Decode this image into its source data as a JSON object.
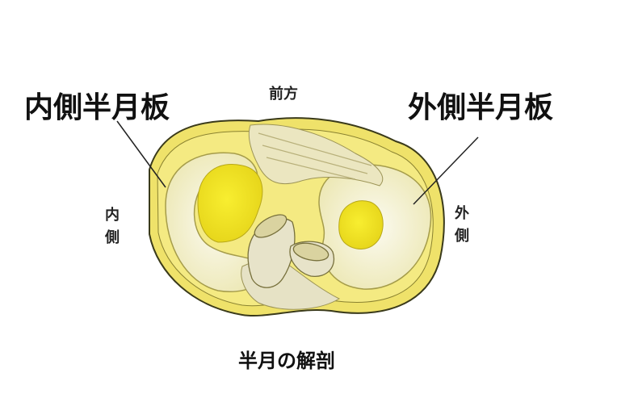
{
  "labels": {
    "medial_meniscus": "内側半月板",
    "lateral_meniscus": "外側半月板",
    "anterior": "前方",
    "medial_side": [
      "内",
      "側"
    ],
    "lateral_side": [
      "外",
      "側"
    ],
    "caption": "半月の解剖"
  },
  "colors": {
    "cartilage_yellow": "#f2e522",
    "rim_yellow": "#e3d94a",
    "meniscus_white": "#f8f5de",
    "ligament": "#e6e2c5"
  }
}
